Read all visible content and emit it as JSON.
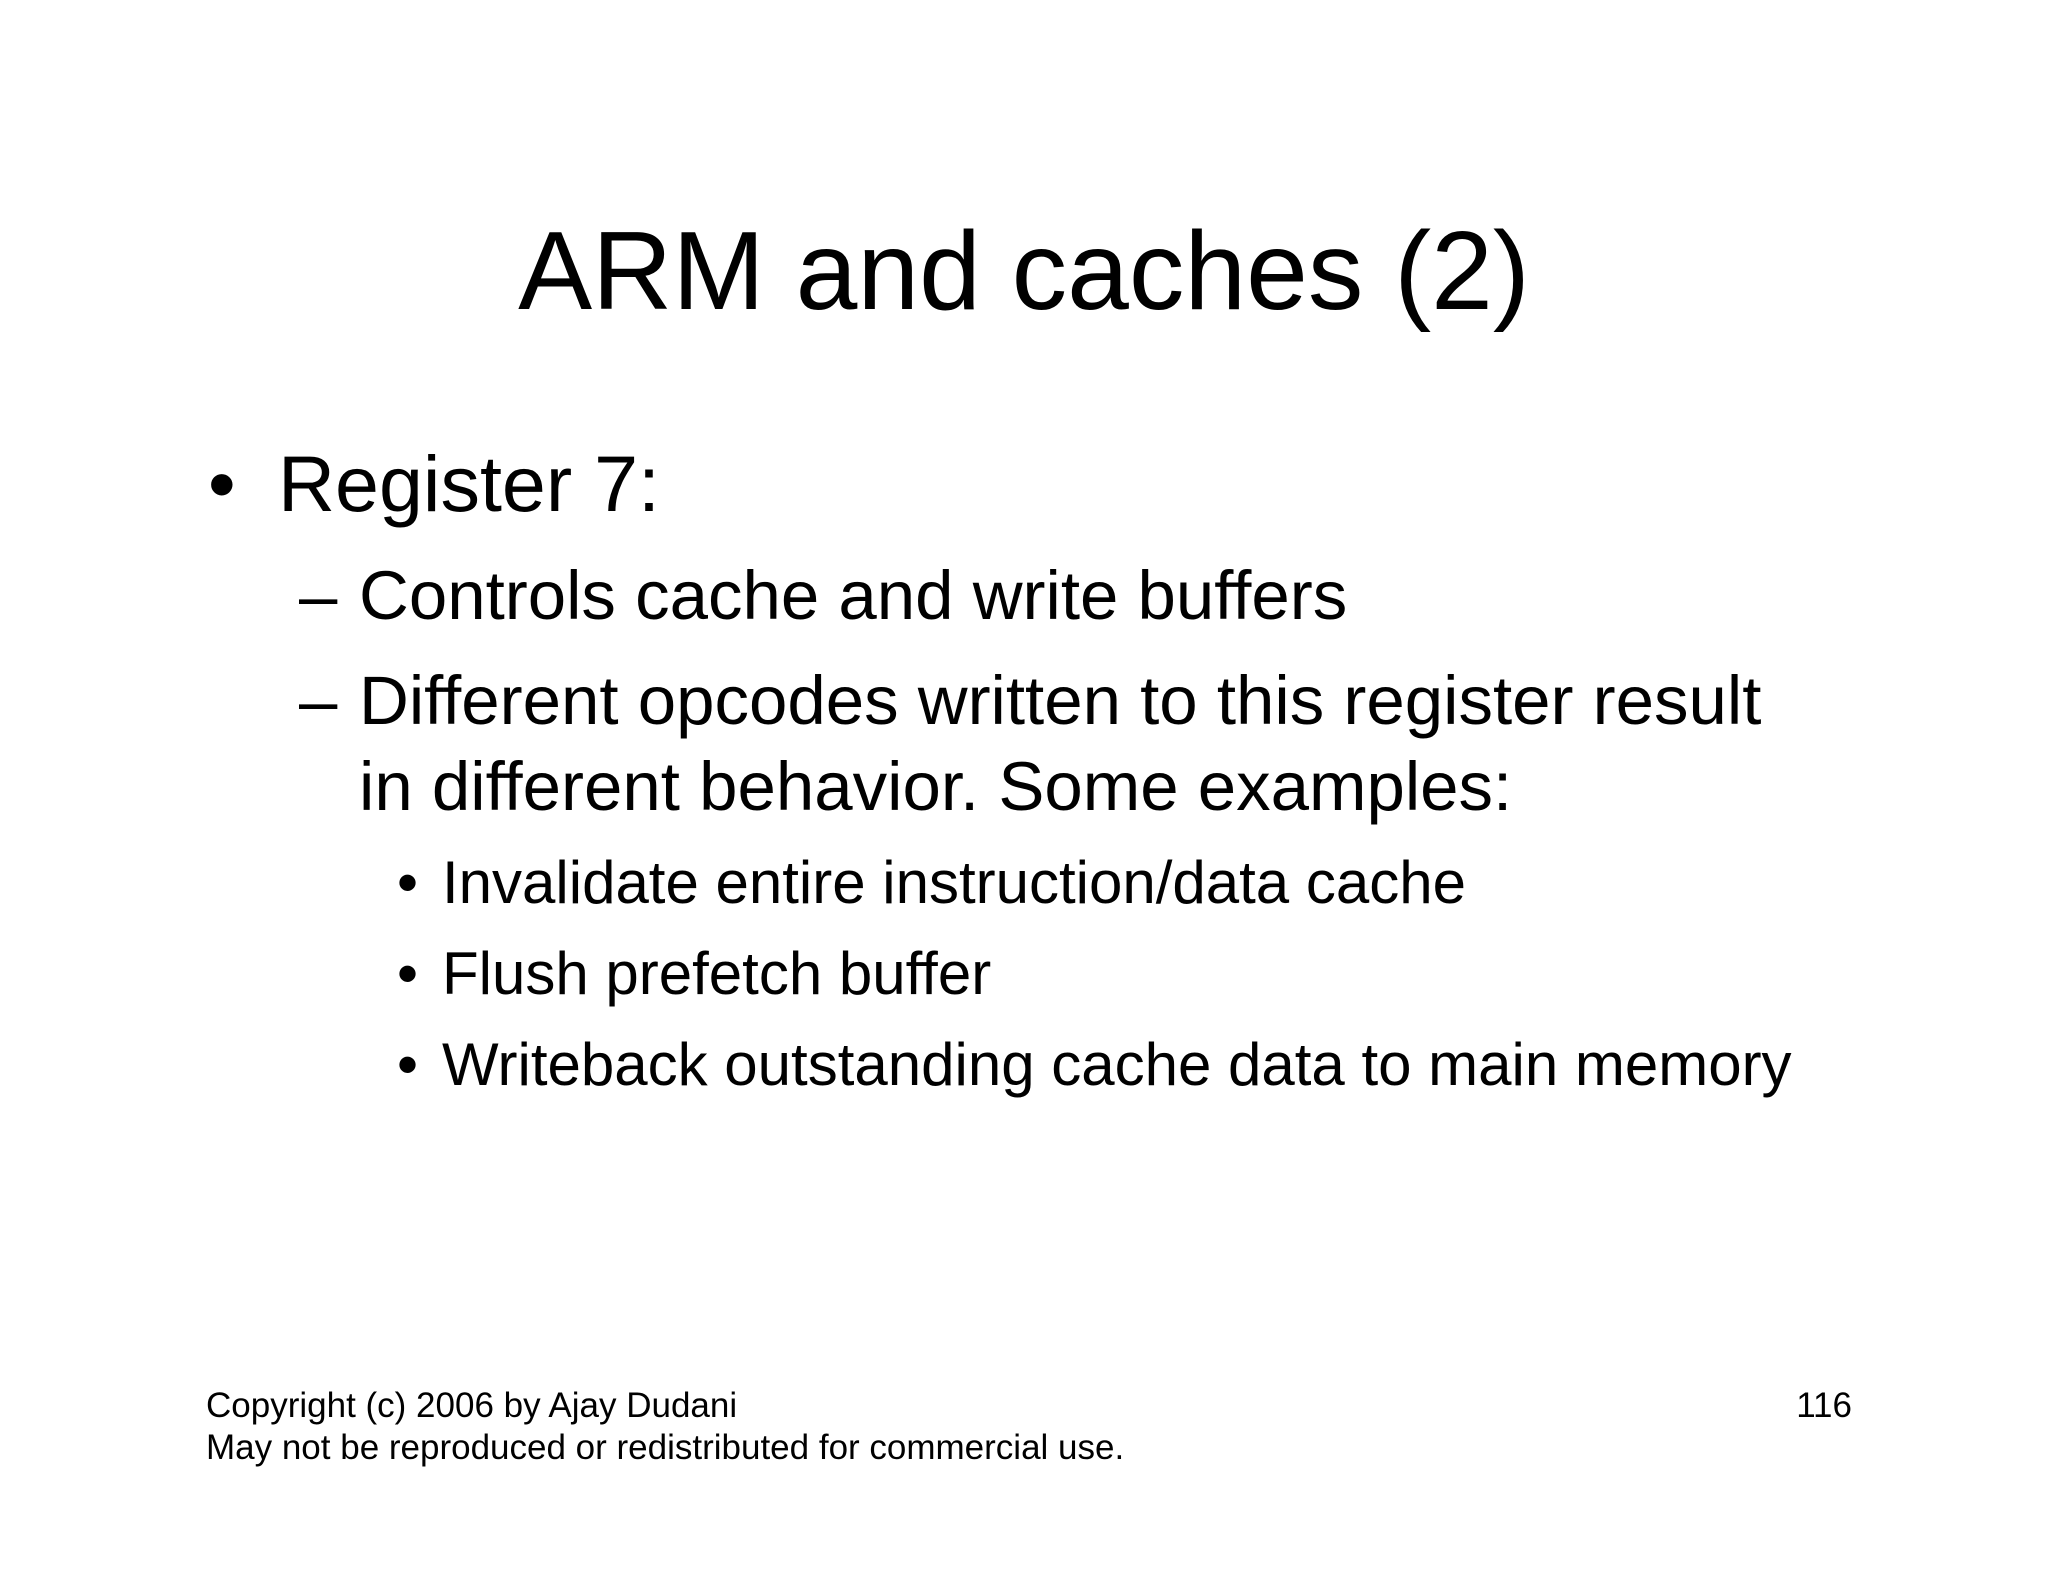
{
  "slide": {
    "title": "ARM and caches (2)",
    "bullets": [
      {
        "marker": "•",
        "text": "Register 7:",
        "subitems": [
          {
            "marker": "–",
            "lines": [
              "Controls cache and write buffers"
            ]
          },
          {
            "marker": "–",
            "lines": [
              "Different opcodes written to this register result",
              "in different behavior.  Some examples:"
            ],
            "subitems": [
              {
                "marker": "•",
                "text": "Invalidate entire instruction/data cache"
              },
              {
                "marker": "•",
                "text": "Flush prefetch buffer"
              },
              {
                "marker": "•",
                "text": "Writeback outstanding cache data to main memory"
              }
            ]
          }
        ]
      }
    ],
    "footer": {
      "copyright": "Copyright (c) 2006 by Ajay Dudani",
      "notice": "May not be reproduced or redistributed for commercial use.",
      "page_number": "116"
    }
  }
}
